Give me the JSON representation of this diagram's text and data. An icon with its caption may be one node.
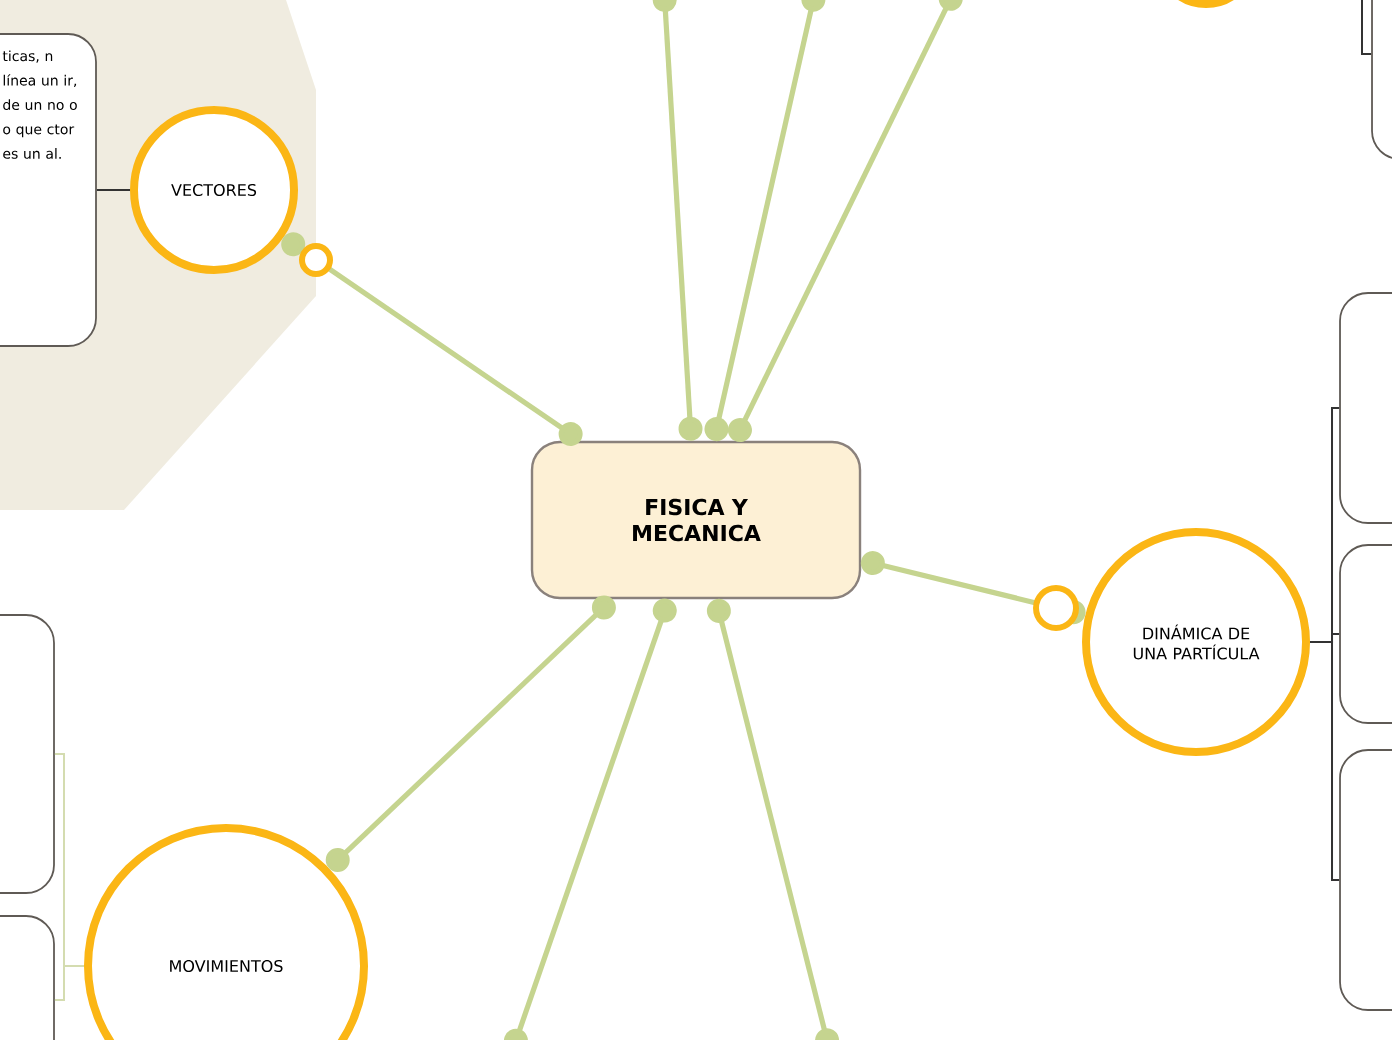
{
  "diagram": {
    "nodes": [
      {
        "text": [
          "FISICA Y MECANICA"
        ]
      },
      {
        "text": [
          "VECTORES"
        ]
      },
      {
        "text": [
          "ticas, n línea un ir, de un no o o que ctor es un al."
        ]
      },
      {
        "text": [
          "DINÁMICA DE UNA PARTÍCULA"
        ]
      },
      {
        "text": [],
        "shape": "box"
      },
      {
        "text": [],
        "shape": "box"
      },
      {
        "text": [],
        "shape": "box"
      },
      {
        "text": [
          "MOVIMIENTOS"
        ]
      },
      {
        "text": [],
        "shape": "box"
      },
      {
        "text": [],
        "shape": "box"
      },
      {
        "text": [],
        "shape": "circle"
      },
      {
        "text": [],
        "shape": "box"
      }
    ],
    "edges": [
      {
        "from": 0,
        "to": 1,
        "arrow": "other"
      },
      {
        "from": 0,
        "to": null,
        "arrow": "other"
      },
      {
        "from": 0,
        "to": null,
        "arrow": "other"
      },
      {
        "from": 0,
        "to": null,
        "arrow": "other"
      },
      {
        "from": 0,
        "to": 3,
        "arrow": "other"
      },
      {
        "from": 0,
        "to": 7,
        "arrow": "other"
      },
      {
        "from": 0,
        "to": null,
        "arrow": "other"
      },
      {
        "from": 0,
        "to": null,
        "arrow": "other"
      },
      {
        "from": 1,
        "to": 2,
        "arrow": "none",
        "color": "#333333"
      },
      {
        "from": 3,
        "to": 4,
        "arrow": "none",
        "color": "#333333"
      },
      {
        "from": 3,
        "to": 5,
        "arrow": "none",
        "color": "#333333"
      },
      {
        "from": 3,
        "to": 6,
        "arrow": "none",
        "color": "#333333"
      },
      {
        "from": 7,
        "to": 8,
        "arrow": "none",
        "color": "#d4dcb0"
      },
      {
        "from": 7,
        "to": 9,
        "arrow": "none",
        "color": "#d4dcb0"
      },
      {
        "from": 10,
        "to": 11,
        "arrow": "none",
        "color": "#333333"
      }
    ]
  }
}
